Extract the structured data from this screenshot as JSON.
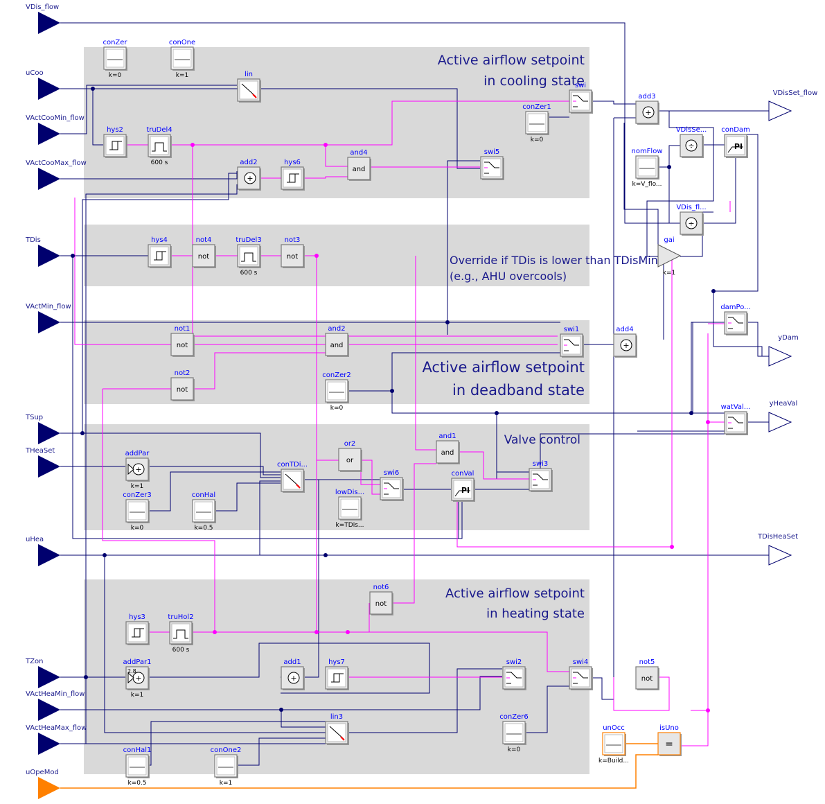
{
  "colors": {
    "signal": "#00006e",
    "boolean": "#ff00ff",
    "integer": "#ff8000",
    "label": "#0000ff",
    "group": "#d9d9d9",
    "text": "#1a1a8c"
  },
  "groups": {
    "cooling": {
      "title1": "Active airflow setpoint",
      "title2": "in cooling state"
    },
    "override": {
      "title1": "Override if TDis is lower than TDisMin",
      "title2": "(e.g., AHU overcools)"
    },
    "deadband": {
      "title1": "Active airflow setpoint",
      "title2": "in deadband state"
    },
    "valve": {
      "title1": "Valve control"
    },
    "heating": {
      "title1": "Active airflow setpoint",
      "title2": "in heating state"
    }
  },
  "inputs": [
    {
      "id": "VDis_flow",
      "label": "VDis_flow",
      "kind": "real"
    },
    {
      "id": "uCoo",
      "label": "uCoo",
      "kind": "real"
    },
    {
      "id": "VActCooMin_flow",
      "label": "VActCooMin_flow",
      "kind": "real"
    },
    {
      "id": "VActCooMax_flow",
      "label": "VActCooMax_flow",
      "kind": "real"
    },
    {
      "id": "TDis",
      "label": "TDis",
      "kind": "real"
    },
    {
      "id": "VActMin_flow",
      "label": "VActMin_flow",
      "kind": "real"
    },
    {
      "id": "TSup",
      "label": "TSup",
      "kind": "real"
    },
    {
      "id": "THeaSet",
      "label": "THeaSet",
      "kind": "real"
    },
    {
      "id": "uHea",
      "label": "uHea",
      "kind": "real"
    },
    {
      "id": "TZon",
      "label": "TZon",
      "kind": "real"
    },
    {
      "id": "VActHeaMin_flow",
      "label": "VActHeaMin_flow",
      "kind": "real"
    },
    {
      "id": "VActHeaMax_flow",
      "label": "VActHeaMax_flow",
      "kind": "real"
    },
    {
      "id": "uOpeMod",
      "label": "uOpeMod",
      "kind": "integer"
    }
  ],
  "outputs": [
    {
      "id": "VDisSet_flow",
      "label": "VDisSet_flow"
    },
    {
      "id": "yDam",
      "label": "yDam"
    },
    {
      "id": "yHeaVal",
      "label": "yHeaVal"
    },
    {
      "id": "TDisHeaSet",
      "label": "TDisHeaSet"
    }
  ],
  "blocks": [
    {
      "id": "conZer",
      "name": "conZer",
      "kind": "const",
      "param": "k=0"
    },
    {
      "id": "conOne",
      "name": "conOne",
      "kind": "const",
      "param": "k=1"
    },
    {
      "id": "lin",
      "name": "lin",
      "kind": "line"
    },
    {
      "id": "swi",
      "name": "swi",
      "kind": "switch"
    },
    {
      "id": "conZer1",
      "name": "conZer1",
      "kind": "const",
      "param": "k=0"
    },
    {
      "id": "add3",
      "name": "add3",
      "kind": "add"
    },
    {
      "id": "hys2",
      "name": "hys2",
      "kind": "hys"
    },
    {
      "id": "truDel4",
      "name": "truDel4",
      "kind": "timer",
      "param": "600 s"
    },
    {
      "id": "and4",
      "name": "and4",
      "kind": "logic",
      "text": "and"
    },
    {
      "id": "swi5",
      "name": "swi5",
      "kind": "switch"
    },
    {
      "id": "add2",
      "name": "add2",
      "kind": "add"
    },
    {
      "id": "hys6",
      "name": "hys6",
      "kind": "hys"
    },
    {
      "id": "VDisSe",
      "name": "VDisSe...",
      "kind": "div"
    },
    {
      "id": "conDam",
      "name": "conDam",
      "kind": "pi",
      "text": "PI"
    },
    {
      "id": "nomFlow",
      "name": "nomFlow",
      "kind": "const",
      "param": "k=V_flo..."
    },
    {
      "id": "VDisfl",
      "name": "VDis_fl...",
      "kind": "div"
    },
    {
      "id": "gai",
      "name": "gai",
      "kind": "gain",
      "param": "k=1"
    },
    {
      "id": "hys4",
      "name": "hys4",
      "kind": "hys"
    },
    {
      "id": "not4",
      "name": "not4",
      "kind": "logic",
      "text": "not"
    },
    {
      "id": "truDel3",
      "name": "truDel3",
      "kind": "timer",
      "param": "600 s"
    },
    {
      "id": "not3",
      "name": "not3",
      "kind": "logic",
      "text": "not"
    },
    {
      "id": "damPo",
      "name": "damPo...",
      "kind": "switch"
    },
    {
      "id": "not1",
      "name": "not1",
      "kind": "logic",
      "text": "not"
    },
    {
      "id": "and2",
      "name": "and2",
      "kind": "logic",
      "text": "and"
    },
    {
      "id": "swi1",
      "name": "swi1",
      "kind": "switch"
    },
    {
      "id": "add4",
      "name": "add4",
      "kind": "add"
    },
    {
      "id": "not2",
      "name": "not2",
      "kind": "logic",
      "text": "not"
    },
    {
      "id": "conZer2",
      "name": "conZer2",
      "kind": "const",
      "param": "k=0"
    },
    {
      "id": "watVal",
      "name": "watVal...",
      "kind": "switch"
    },
    {
      "id": "addPar",
      "name": "addPar",
      "kind": "addpar",
      "param": "k=1"
    },
    {
      "id": "conTDi",
      "name": "conTDi...",
      "kind": "line"
    },
    {
      "id": "or2",
      "name": "or2",
      "kind": "logic",
      "text": "or"
    },
    {
      "id": "and1",
      "name": "and1",
      "kind": "logic",
      "text": "and"
    },
    {
      "id": "swi6",
      "name": "swi6",
      "kind": "switch"
    },
    {
      "id": "conVal",
      "name": "conVal",
      "kind": "pi",
      "text": "PI"
    },
    {
      "id": "swi3",
      "name": "swi3",
      "kind": "switch"
    },
    {
      "id": "conZer3",
      "name": "conZer3",
      "kind": "const",
      "param": "k=0"
    },
    {
      "id": "conHal",
      "name": "conHal",
      "kind": "const",
      "param": "k=0.5"
    },
    {
      "id": "lowDis",
      "name": "lowDis...",
      "kind": "const",
      "param": "k=TDis..."
    },
    {
      "id": "not6",
      "name": "not6",
      "kind": "logic",
      "text": "not"
    },
    {
      "id": "hys3",
      "name": "hys3",
      "kind": "hys"
    },
    {
      "id": "truHol2",
      "name": "truHol2",
      "kind": "timer",
      "param": "600 s"
    },
    {
      "id": "addPar1",
      "name": "addPar1",
      "kind": "addpar",
      "param": "k=1",
      "extra": "2.8"
    },
    {
      "id": "add1",
      "name": "add1",
      "kind": "add"
    },
    {
      "id": "hys7",
      "name": "hys7",
      "kind": "hys"
    },
    {
      "id": "swi2",
      "name": "swi2",
      "kind": "switch"
    },
    {
      "id": "swi4",
      "name": "swi4",
      "kind": "switch"
    },
    {
      "id": "not5",
      "name": "not5",
      "kind": "logic",
      "text": "not"
    },
    {
      "id": "lin3",
      "name": "lin3",
      "kind": "line"
    },
    {
      "id": "conZer6",
      "name": "conZer6",
      "kind": "const",
      "param": "k=0"
    },
    {
      "id": "conHal1",
      "name": "conHal1",
      "kind": "const",
      "param": "k=0.5"
    },
    {
      "id": "conOne2",
      "name": "conOne2",
      "kind": "const",
      "param": "k=1"
    },
    {
      "id": "unOcc",
      "name": "unOcc",
      "kind": "const_int",
      "param": "k=Build..."
    },
    {
      "id": "isUno",
      "name": "isUno",
      "kind": "equal",
      "text": "="
    }
  ]
}
